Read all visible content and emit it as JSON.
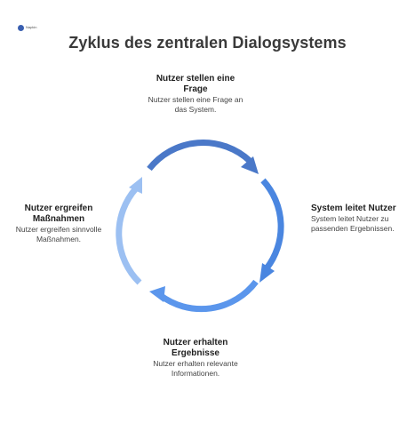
{
  "header": {
    "title": "Zyklus des zentralen Dialogsystems",
    "logo_text": "Napkin"
  },
  "steps": [
    {
      "heading": "Nutzer stellen eine Frage",
      "description": "Nutzer stellen eine Frage an das System.",
      "color": "#4a78c8"
    },
    {
      "heading": "System leitet Nutzer",
      "description": "System leitet Nutzer zu passenden Ergebnissen.",
      "color": "#4a86e0"
    },
    {
      "heading": "Nutzer erhalten Ergebnisse",
      "description": "Nutzer erhalten relevante Informationen.",
      "color": "#5b96ec"
    },
    {
      "heading": "Nutzer ergreifen Maßnahmen",
      "description": "Nutzer ergreifen sinnvolle Maßnahmen.",
      "color": "#9cc0f2"
    }
  ]
}
